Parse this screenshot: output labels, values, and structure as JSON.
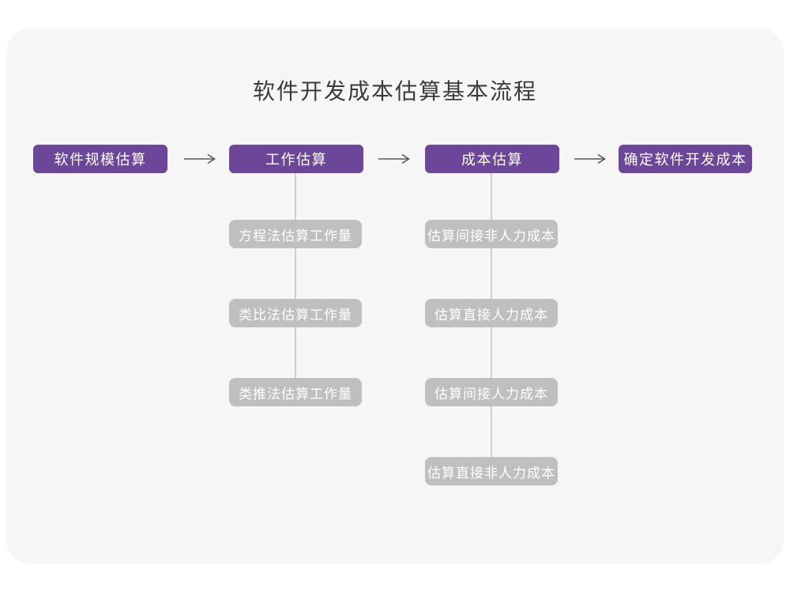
{
  "title": "软件开发成本估算基本流程",
  "colors": {
    "primary": "#6C4699",
    "secondary": "#BFBFBF",
    "card_bg": "#F6F6F6",
    "arrow": "#58585A",
    "connector": "#CFCFCF",
    "title_text": "#3B3B3B",
    "box_text": "#FFFFFF"
  },
  "icons": {
    "arrow_right": "arrow-right-icon"
  },
  "flow": {
    "steps": [
      {
        "label": "软件规模估算"
      },
      {
        "label": "工作估算"
      },
      {
        "label": "成本估算"
      },
      {
        "label": "确定软件开发成本"
      }
    ]
  },
  "work_estimation_methods": {
    "parent": "工作估算",
    "items": [
      {
        "label": "方程法估算工作量"
      },
      {
        "label": "类比法估算工作量"
      },
      {
        "label": "类推法估算工作量"
      }
    ]
  },
  "cost_estimation_methods": {
    "parent": "成本估算",
    "items": [
      {
        "label": "估算间接非人力成本"
      },
      {
        "label": "估算直接人力成本"
      },
      {
        "label": "估算间接人力成本"
      },
      {
        "label": "估算直接非人力成本"
      }
    ]
  }
}
